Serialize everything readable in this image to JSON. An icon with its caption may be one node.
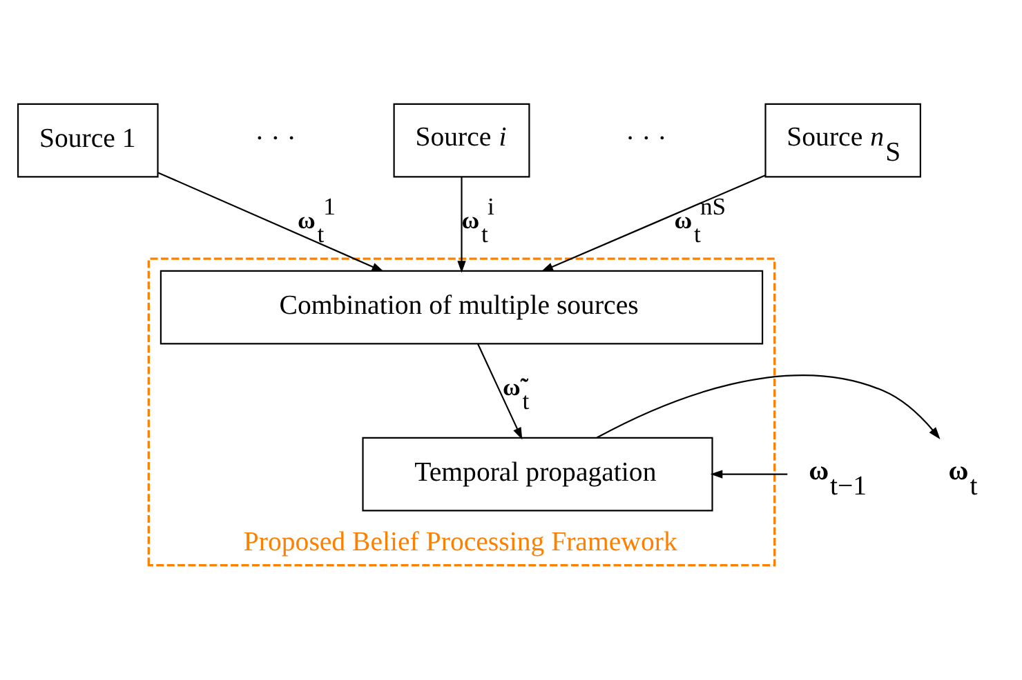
{
  "diagram": {
    "nodes": [
      {
        "text": [
          "Source 1"
        ]
      },
      {
        "text": [
          "Source *i*"
        ]
      },
      {
        "text": [
          "Source *n*$_{S}$"
        ]
      },
      {
        "text": [
          "Proposed Belief Processing Framework"
        ]
      },
      {
        "text": [
          "Combination of multiple sources"
        ],
        "in": 3
      },
      {
        "text": [
          "Temporal propagation"
        ],
        "in": 3
      },
      {
        "text": [
          "**ω**$_{t−1}$"
        ]
      },
      {
        "text": [
          "**ω**$_{t}$"
        ]
      }
    ],
    "edges": [
      {
        "from": 0,
        "to": 4,
        "arrow": "to",
        "label": "**ω**$_{t}$$^{1}$"
      },
      {
        "from": 1,
        "to": 4,
        "arrow": "to",
        "label": "**ω**$_{t}$$^{i}$"
      },
      {
        "from": 2,
        "to": 4,
        "arrow": "to",
        "label": "**ω**$_{t}$$^{nS}$"
      },
      {
        "from": 4,
        "to": 5,
        "arrow": "to",
        "label": "**ω̃**$_{t}$"
      },
      {
        "from": 6,
        "to": 5,
        "arrow": "to"
      },
      {
        "from": 5,
        "to": 7,
        "arrow": "to"
      }
    ],
    "labels": [
      "· · ·",
      "· · ·"
    ]
  }
}
